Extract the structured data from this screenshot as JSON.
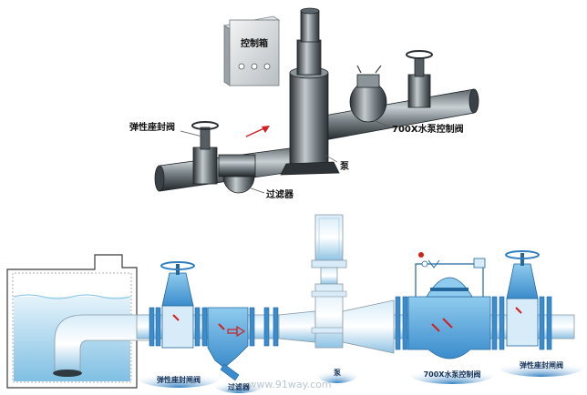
{
  "top_scene": {
    "control_box_label": "控制箱",
    "labels": {
      "resilient_gate_valve": "弹性座封阀",
      "pump_control_valve": "700X水泵控制阀",
      "pump": "泵",
      "strainer": "过滤器"
    }
  },
  "bottom_scene": {
    "labels": {
      "resilient_gate_valve_left": "弹性座封闸阀",
      "strainer": "过滤器",
      "pump": "泵",
      "pump_control_valve": "700X水泵控制阀",
      "resilient_gate_valve_right": "弹性座封闸阀"
    }
  },
  "watermark": "www.91way.com",
  "colors": {
    "pipe_dark": "#2a2f33",
    "pipe_light": "#9aa3a8",
    "water_blue": "#a9d6ef",
    "equipment_blue": "#67b3e2",
    "equipment_light": "#dff0fa",
    "arrow_red": "#d21f1f"
  }
}
